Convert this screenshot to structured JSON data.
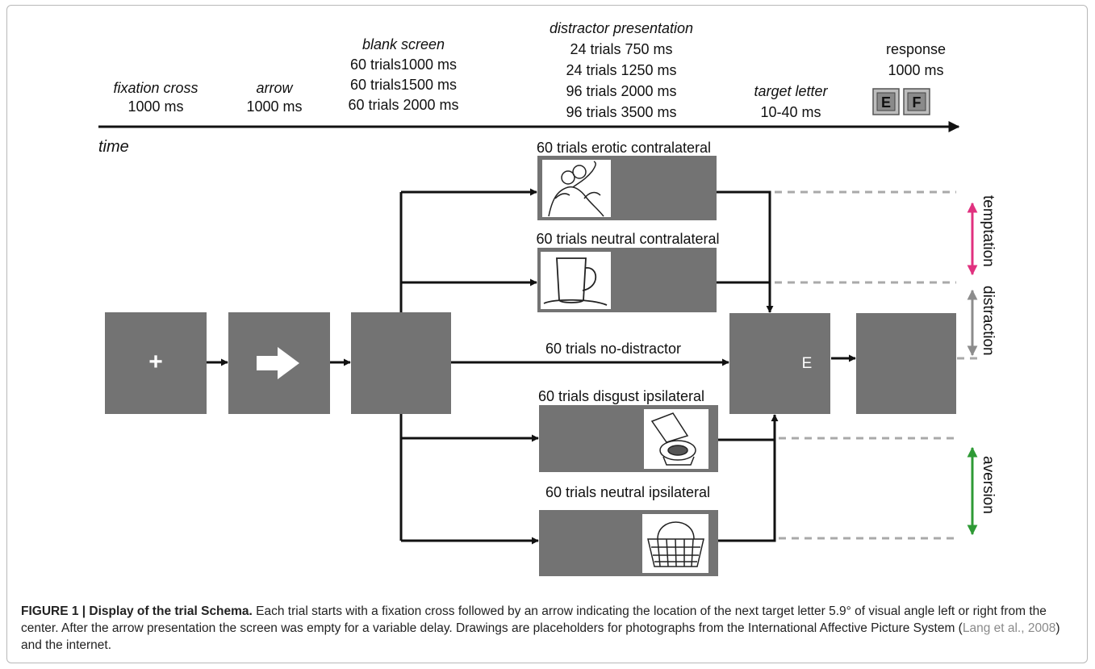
{
  "timeline": {
    "time_label": "time",
    "phases": [
      {
        "id": "fixation",
        "title": "fixation cross",
        "lines": [
          "1000 ms"
        ]
      },
      {
        "id": "arrow",
        "title": "arrow",
        "lines": [
          "1000 ms"
        ]
      },
      {
        "id": "blank",
        "title": "blank screen",
        "lines": [
          "60 trials1000 ms",
          "60 trials1500 ms",
          "60 trials 2000 ms"
        ]
      },
      {
        "id": "distractor",
        "title": "distractor presentation",
        "lines": [
          "24 trials 750 ms",
          "24 trials 1250 ms",
          "96 trials 2000 ms",
          "96 trials 3500 ms"
        ]
      },
      {
        "id": "target",
        "title": "target letter",
        "lines": [
          "10-40 ms"
        ]
      },
      {
        "id": "response",
        "title": "",
        "lines": [
          "response",
          "1000 ms"
        ]
      }
    ],
    "keys": [
      "E",
      "F"
    ]
  },
  "screens": {
    "fixation_symbol": "+",
    "target_letter": "E"
  },
  "conditions": [
    {
      "id": "erotic",
      "label": "60 trials erotic contralateral",
      "picture": "embracing-couple-drawing"
    },
    {
      "id": "neutral-contra",
      "label": "60 trials neutral contralateral",
      "picture": "mug-drawing"
    },
    {
      "id": "no-distractor",
      "label": "60 trials no-distractor",
      "picture": ""
    },
    {
      "id": "disgust",
      "label": "60 trials disgust ipsilateral",
      "picture": "dirty-toilet-drawing"
    },
    {
      "id": "neutral-ipsi",
      "label": "60 trials neutral ipsilateral",
      "picture": "basket-drawing"
    }
  ],
  "comparisons": [
    {
      "id": "temptation",
      "label": "temptation",
      "color": "#e0317f"
    },
    {
      "id": "distraction",
      "label": "distraction",
      "color": "#8c8c8c"
    },
    {
      "id": "aversion",
      "label": "aversion",
      "color": "#2e9a35"
    }
  ],
  "colors": {
    "screen_gray": "#737373",
    "arrow": "#111111",
    "dashed": "#a9a9a9"
  },
  "caption": {
    "figure_label": "FIGURE 1 | Display of the trial Schema.",
    "text_1": " Each trial starts with a fixation cross followed by an arrow indicating the location of the next target letter 5.9° of visual angle left or right from the center. After the arrow presentation the screen was empty for a variable delay. Drawings are placeholders for photographs from the International Affective Picture System (",
    "citation": "Lang et al., 2008",
    "text_2": ") and the internet."
  }
}
